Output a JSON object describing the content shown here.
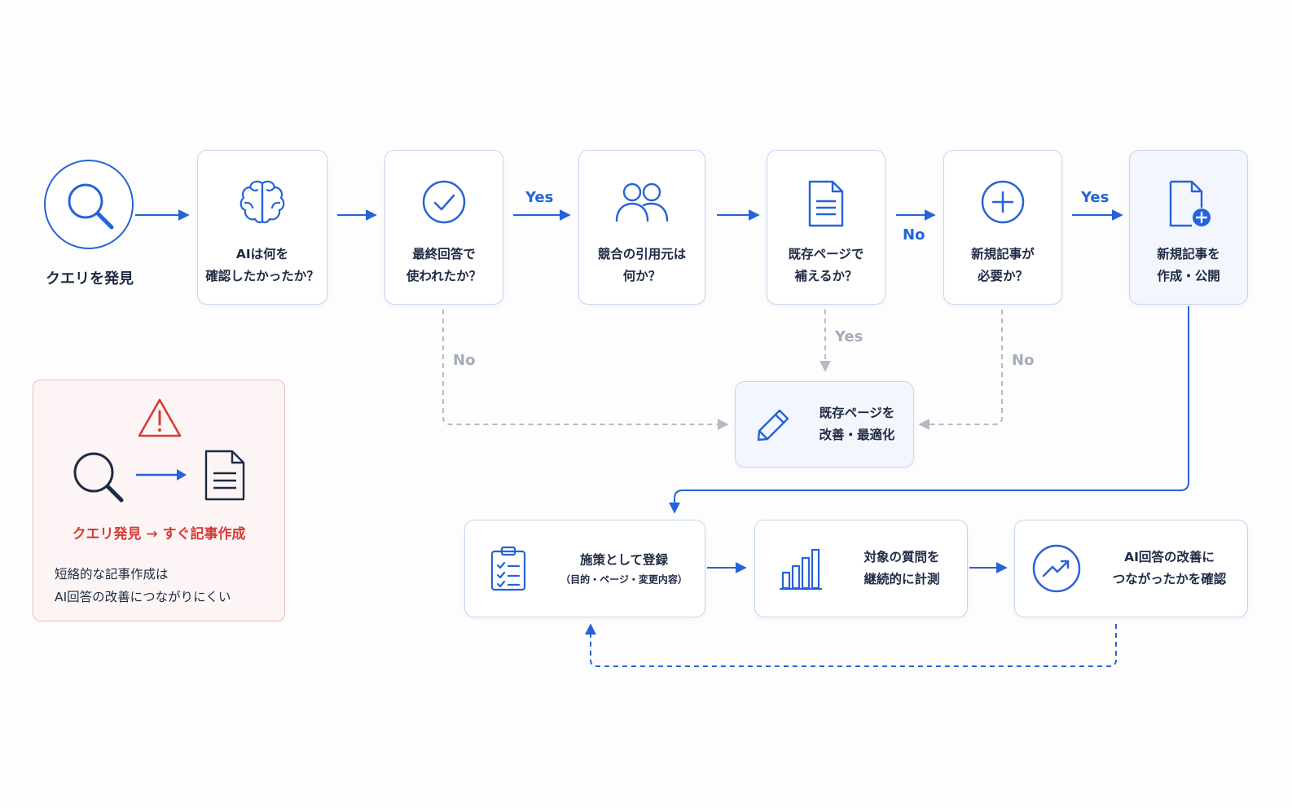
{
  "flow": {
    "start_label": "クエリを発見",
    "steps": [
      {
        "line1": "AIは何を",
        "line2": "確認したかったか？"
      },
      {
        "line1": "最終回答で",
        "line2": "使われたか？"
      },
      {
        "line1": "競合の引用元は",
        "line2": "何か？"
      },
      {
        "line1": "既存ページで",
        "line2": "補えるか？"
      },
      {
        "line1": "新規記事が",
        "line2": "必要か？"
      },
      {
        "line1": "新規記事を",
        "line2": "作成・公開"
      }
    ],
    "improve_box": {
      "line1": "既存ページを",
      "line2": "改善・最適化"
    },
    "bottom_steps": [
      {
        "line1": "施策として登録",
        "sub": "（目的・ページ・変更内容）"
      },
      {
        "line1": "対象の質問を",
        "line2": "継続的に計測"
      },
      {
        "line1": "AI回答の改善に",
        "line2": "つながったかを確認"
      }
    ],
    "labels": {
      "yes_after_used": "Yes",
      "no_after_used": "No",
      "no_after_existing": "No",
      "yes_after_existing": "Yes",
      "yes_after_new": "Yes",
      "no_after_new": "No"
    }
  },
  "warning": {
    "title": "クエリ発見 → すぐ記事作成",
    "line1": "短絡的な記事作成は",
    "line2": "AI回答の改善につながりにくい"
  },
  "colors": {
    "primary": "#2563d8",
    "muted": "#a3acba",
    "danger": "#d63b35"
  },
  "icons": [
    "search-icon",
    "brain-icon",
    "check-circle-icon",
    "people-icon",
    "document-icon",
    "plus-circle-icon",
    "document-plus-icon",
    "pencil-icon",
    "clipboard-checklist-icon",
    "bar-chart-icon",
    "trend-up-icon",
    "warning-triangle-icon"
  ]
}
